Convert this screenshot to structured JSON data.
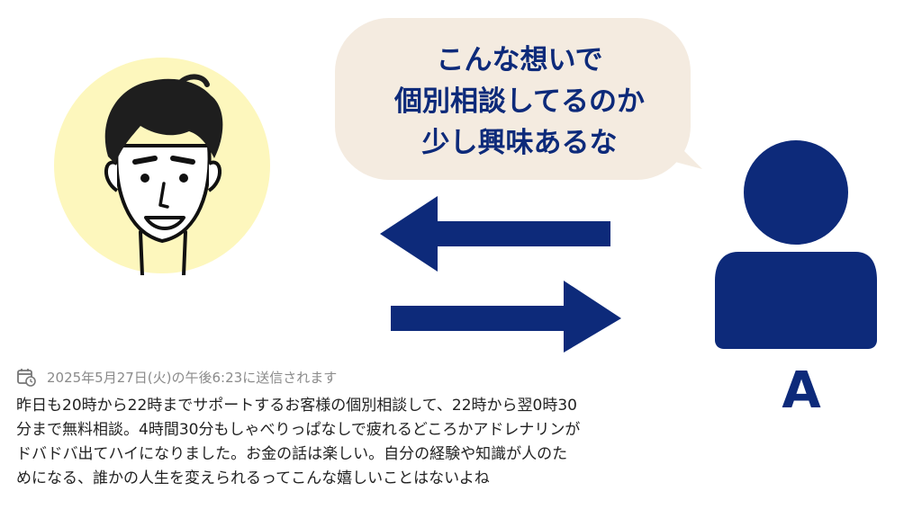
{
  "colors": {
    "navy": "#0d2a7a",
    "bubble": "#f4ebe0",
    "portrait_circle": "#fdf7bd",
    "meta_text": "#8a8a8a",
    "body_text": "#222222"
  },
  "speech_bubble": {
    "lines": [
      "こんな想いで",
      "個別相談してるのか",
      "少し興味あるな"
    ]
  },
  "icons": {
    "portrait": "smiling-man-portrait",
    "left_arrow": "arrow-left-icon",
    "right_arrow": "arrow-right-icon",
    "user": "person-icon",
    "schedule": "scheduled-calendar-clock-icon"
  },
  "user": {
    "label": "A"
  },
  "post": {
    "schedule_text": "2025年5月27日(火)の午後6:23に送信されます",
    "lines": [
      "昨日も20時から22時までサポートするお客様の個別相談して、22時から翌0時30",
      "分まで無料相談。4時間30分もしゃべりっぱなしで疲れるどころかアドレナリンが",
      "ドバドバ出てハイになりました。お金の話は楽しい。自分の経験や知識が人のた",
      "めになる、誰かの人生を変えられるってこんな嬉しいことはないよね"
    ]
  }
}
